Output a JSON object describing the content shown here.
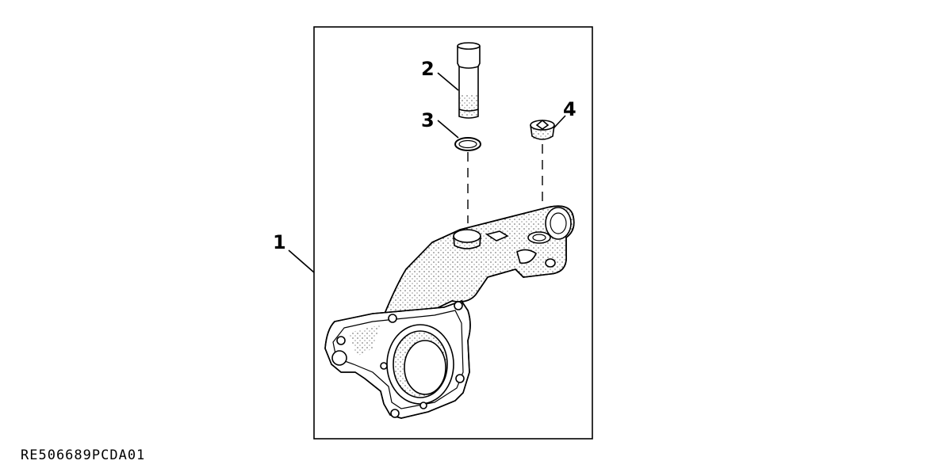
{
  "callouts": {
    "part1": "1",
    "part2": "2",
    "part3": "3",
    "part4": "4"
  },
  "figure_code": "RE506689PCDA01",
  "colors": {
    "line": "#000000",
    "background": "#ffffff"
  }
}
